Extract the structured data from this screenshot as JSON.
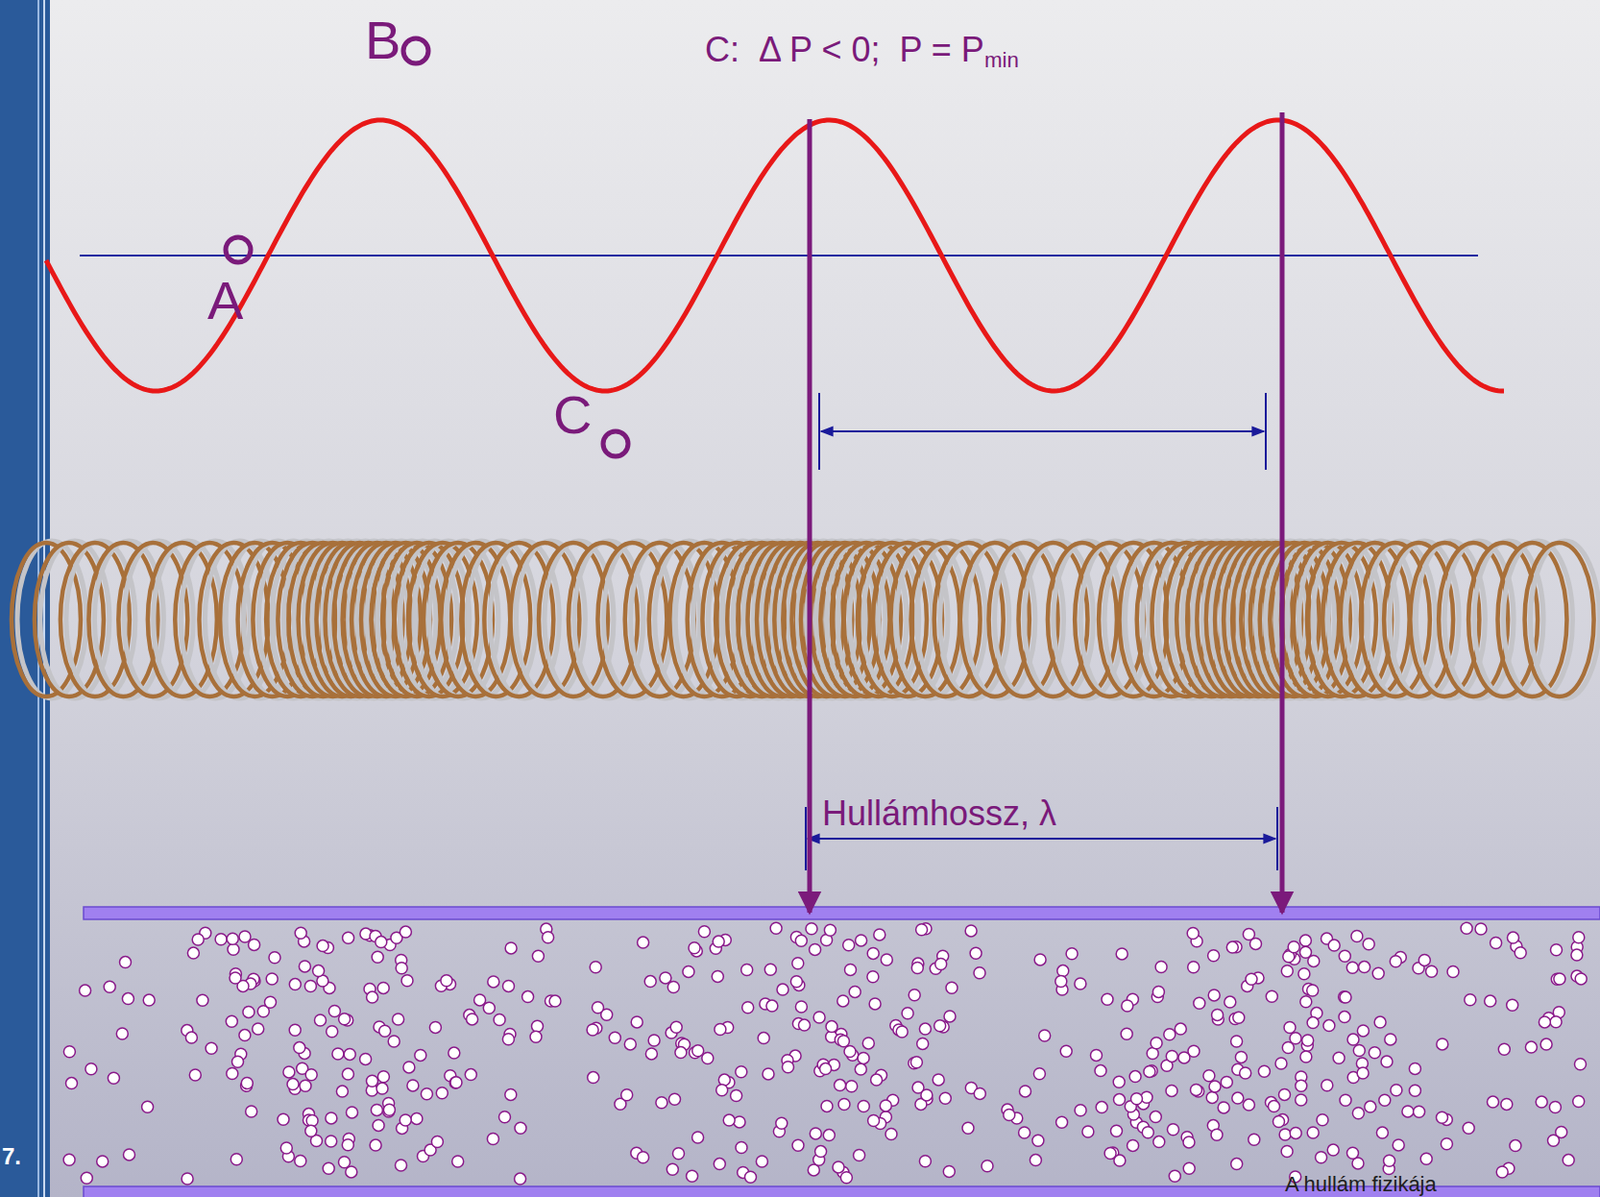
{
  "diagram": {
    "labels": [
      "B",
      "C:  Δ P < 0;  P = P",
      "min",
      "A",
      "C",
      "Hullámhossz, λ",
      "7.",
      "A hullám fizikája"
    ]
  }
}
